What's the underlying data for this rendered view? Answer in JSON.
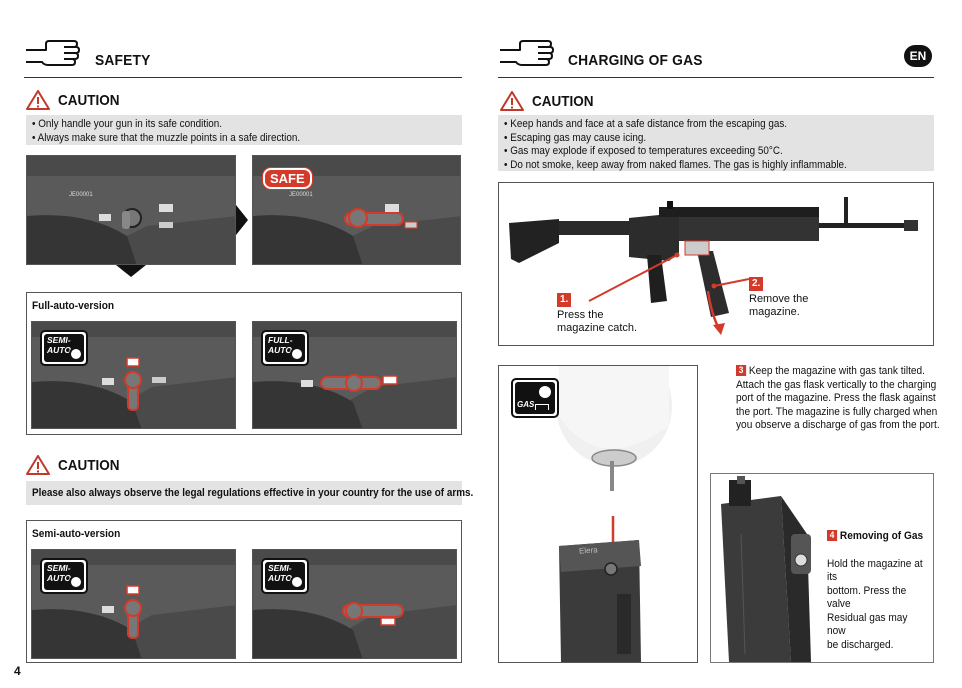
{
  "left": {
    "section_title": "SAFETY",
    "caution1": {
      "title": "CAUTION",
      "lines": [
        "• Only handle your gun in its safe condition.",
        "• Always make sure that the muzzle points in a safe direction."
      ]
    },
    "photo_label_1": "JE00001",
    "photo_label_2": "JE00001",
    "safe_badge": "SAFE",
    "full_auto_box": {
      "title": "Full-auto-version",
      "badge_left": [
        "SEMI-",
        "AUTO"
      ],
      "badge_right": [
        "FULL-",
        "AUTO"
      ]
    },
    "caution2": {
      "title": "CAUTION",
      "line": "Please also always observe the legal regulations effective in your country for the use of arms."
    },
    "semi_auto_box": {
      "title": "Semi-auto-version",
      "badge_left": [
        "SEMI-",
        "AUTO"
      ],
      "badge_right": [
        "SEMI-",
        "AUTO"
      ]
    },
    "page_number": "4"
  },
  "right": {
    "section_title": "CHARGING OF GAS",
    "lang_badge": "EN",
    "caution": {
      "title": "CAUTION",
      "lines": [
        "• Keep hands and face at a safe distance from the escaping gas.",
        "• Escaping gas may cause icing.",
        "• Gas may explode if exposed to temperatures exceeding 50°C.",
        "• Do not smoke, keep away from naked flames. The gas is highly inflammable."
      ]
    },
    "step1": {
      "num": "1.",
      "lines": [
        "Press the",
        "magazine catch."
      ]
    },
    "step2": {
      "num": "2.",
      "lines": [
        "Remove the",
        "magazine."
      ]
    },
    "gas_icon_label": "GAS",
    "mag_brand": "Elera",
    "step3": {
      "num": "3",
      "lines": [
        "Keep the magazine with gas tank tilted.",
        "Attach the gas flask vertically to the charging",
        "port of the magazine. Press the flask against",
        "the port. The magazine is fully charged when",
        "you observe a discharge of gas from the port."
      ]
    },
    "step4": {
      "num": "4",
      "title": "Removing of Gas",
      "lines": [
        "Hold the magazine at its",
        "bottom. Press the valve",
        "Residual gas may now",
        "be discharged."
      ]
    }
  },
  "colors": {
    "accent_red": "#d43a2a",
    "caution_grey": "#e3e3e3"
  }
}
